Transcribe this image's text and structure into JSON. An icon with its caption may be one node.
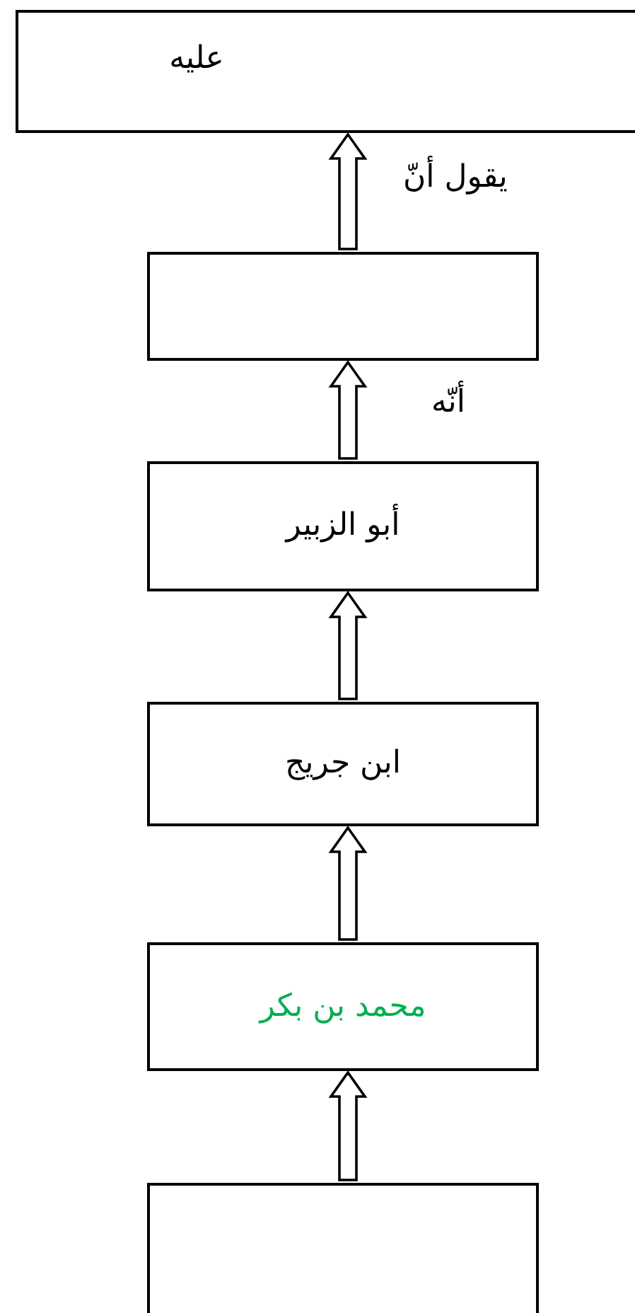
{
  "diagram": {
    "nodes": [
      {
        "text": [
          "عليه"
        ]
      },
      {
        "text": [],
        "shape": "box"
      },
      {
        "text": [
          "أبو الزبير"
        ]
      },
      {
        "text": [
          "ابن جريج"
        ]
      },
      {
        "text": [
          "محمد بن بكر"
        ]
      },
      {
        "text": [],
        "shape": "box"
      }
    ],
    "edges": [
      {
        "from": 1,
        "to": 0,
        "arrow": "to",
        "label": "يقول أنّ"
      },
      {
        "from": 2,
        "to": 1,
        "arrow": "to",
        "label": "أنّه"
      },
      {
        "from": 3,
        "to": 2,
        "arrow": "to"
      },
      {
        "from": 4,
        "to": 3,
        "arrow": "to"
      },
      {
        "from": 5,
        "to": 4,
        "arrow": "to"
      }
    ]
  }
}
